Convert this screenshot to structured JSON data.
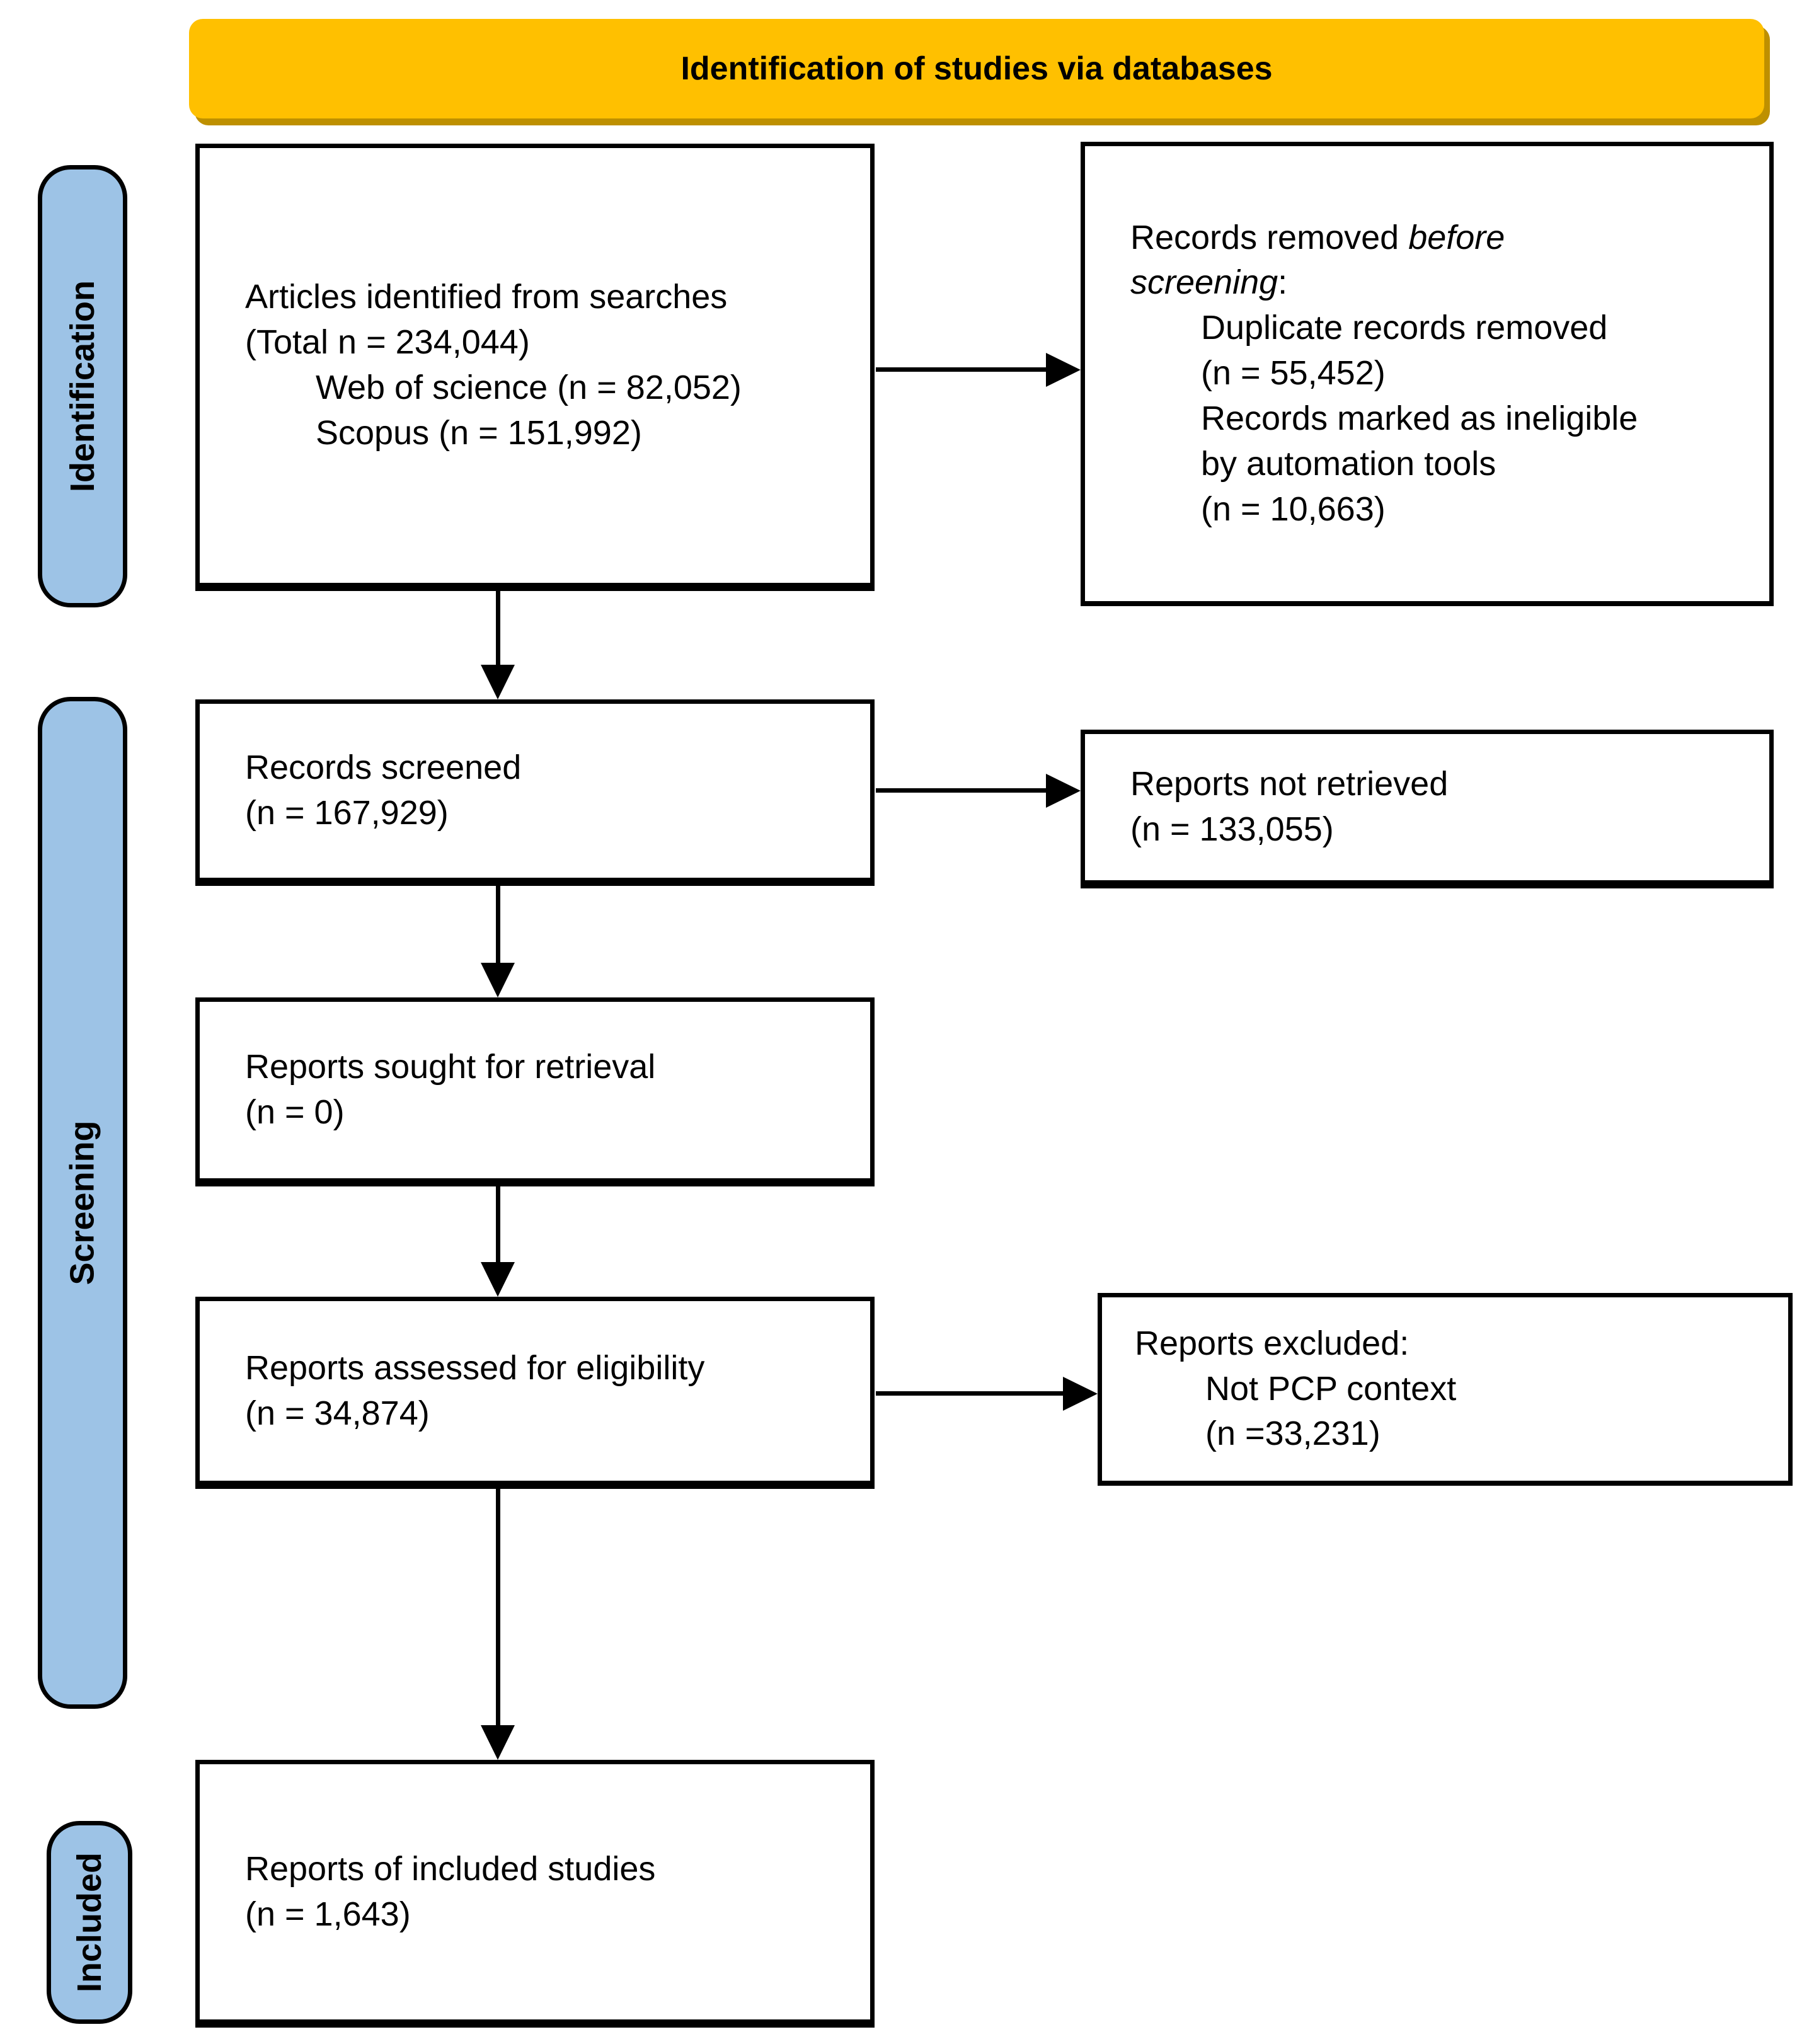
{
  "title": "Identification of studies via databases",
  "colors": {
    "banner_fill": "#FFC000",
    "banner_shadow": "#BE9000",
    "stage_pill_fill": "#9DC3E6",
    "line_color": "#000000",
    "box_fill": "#FFFFFF"
  },
  "stage_labels": [
    {
      "label": "Identification"
    },
    {
      "label": "Screening"
    },
    {
      "label": "Included"
    }
  ],
  "boxes": {
    "identified": {
      "line1": "Articles identified from searches",
      "line2": "(Total n = 234,044)",
      "sub1": "Web of science (n = 82,052)",
      "sub2": "Scopus (n = 151,992)"
    },
    "records_removed": {
      "l1a": "Records removed ",
      "l1b": "before",
      "l2a": "screening",
      "l2b": ":",
      "sub1": "Duplicate records removed",
      "sub2": "(n = 55,452)",
      "sub3": "Records marked as ineligible",
      "sub4": "by automation tools",
      "sub5": "(n = 10,663)"
    },
    "screened": {
      "line1": "Records screened",
      "line2": "(n = 167,929)"
    },
    "not_retrieved": {
      "line1": "Reports not retrieved",
      "line2": "(n = 133,055)"
    },
    "sought": {
      "line1": "Reports sought for retrieval",
      "line2": "(n = 0)"
    },
    "assessed": {
      "line1": "Reports assessed for eligibility",
      "line2": "(n = 34,874)"
    },
    "excluded": {
      "line1": "Reports excluded:",
      "sub1": "Not PCP context",
      "sub2": "(n =33,231)"
    },
    "included_studies": {
      "line1": "Reports of included studies",
      "line2": "(n = 1,643)"
    }
  }
}
